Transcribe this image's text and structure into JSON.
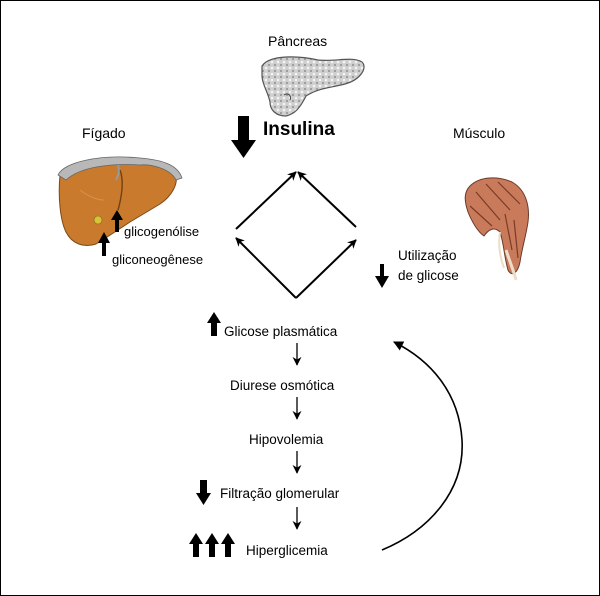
{
  "organs": {
    "pancreas": "Pâncreas",
    "liver": "Fígado",
    "muscle": "Músculo"
  },
  "hormone": "Insulina",
  "liver_effects": [
    "glicogenólise",
    "gliconeogênese"
  ],
  "muscle_effect": [
    "Utilização",
    "de glicose"
  ],
  "cascade": [
    "Glicose plasmática",
    "Diurese osmótica",
    "Hipovolemia",
    "Filtração glomerular",
    "Hiperglicemia"
  ],
  "colors": {
    "liver": "#C8782A",
    "muscle": "#C8785A",
    "pancreas": "#D4D4D4",
    "arrow": "#000000"
  },
  "icons": {
    "pancreas": "pancreas-illustration",
    "liver": "liver-illustration",
    "muscle": "muscle-illustration",
    "up": "bold-up-arrow-icon",
    "down": "bold-down-arrow-icon"
  }
}
